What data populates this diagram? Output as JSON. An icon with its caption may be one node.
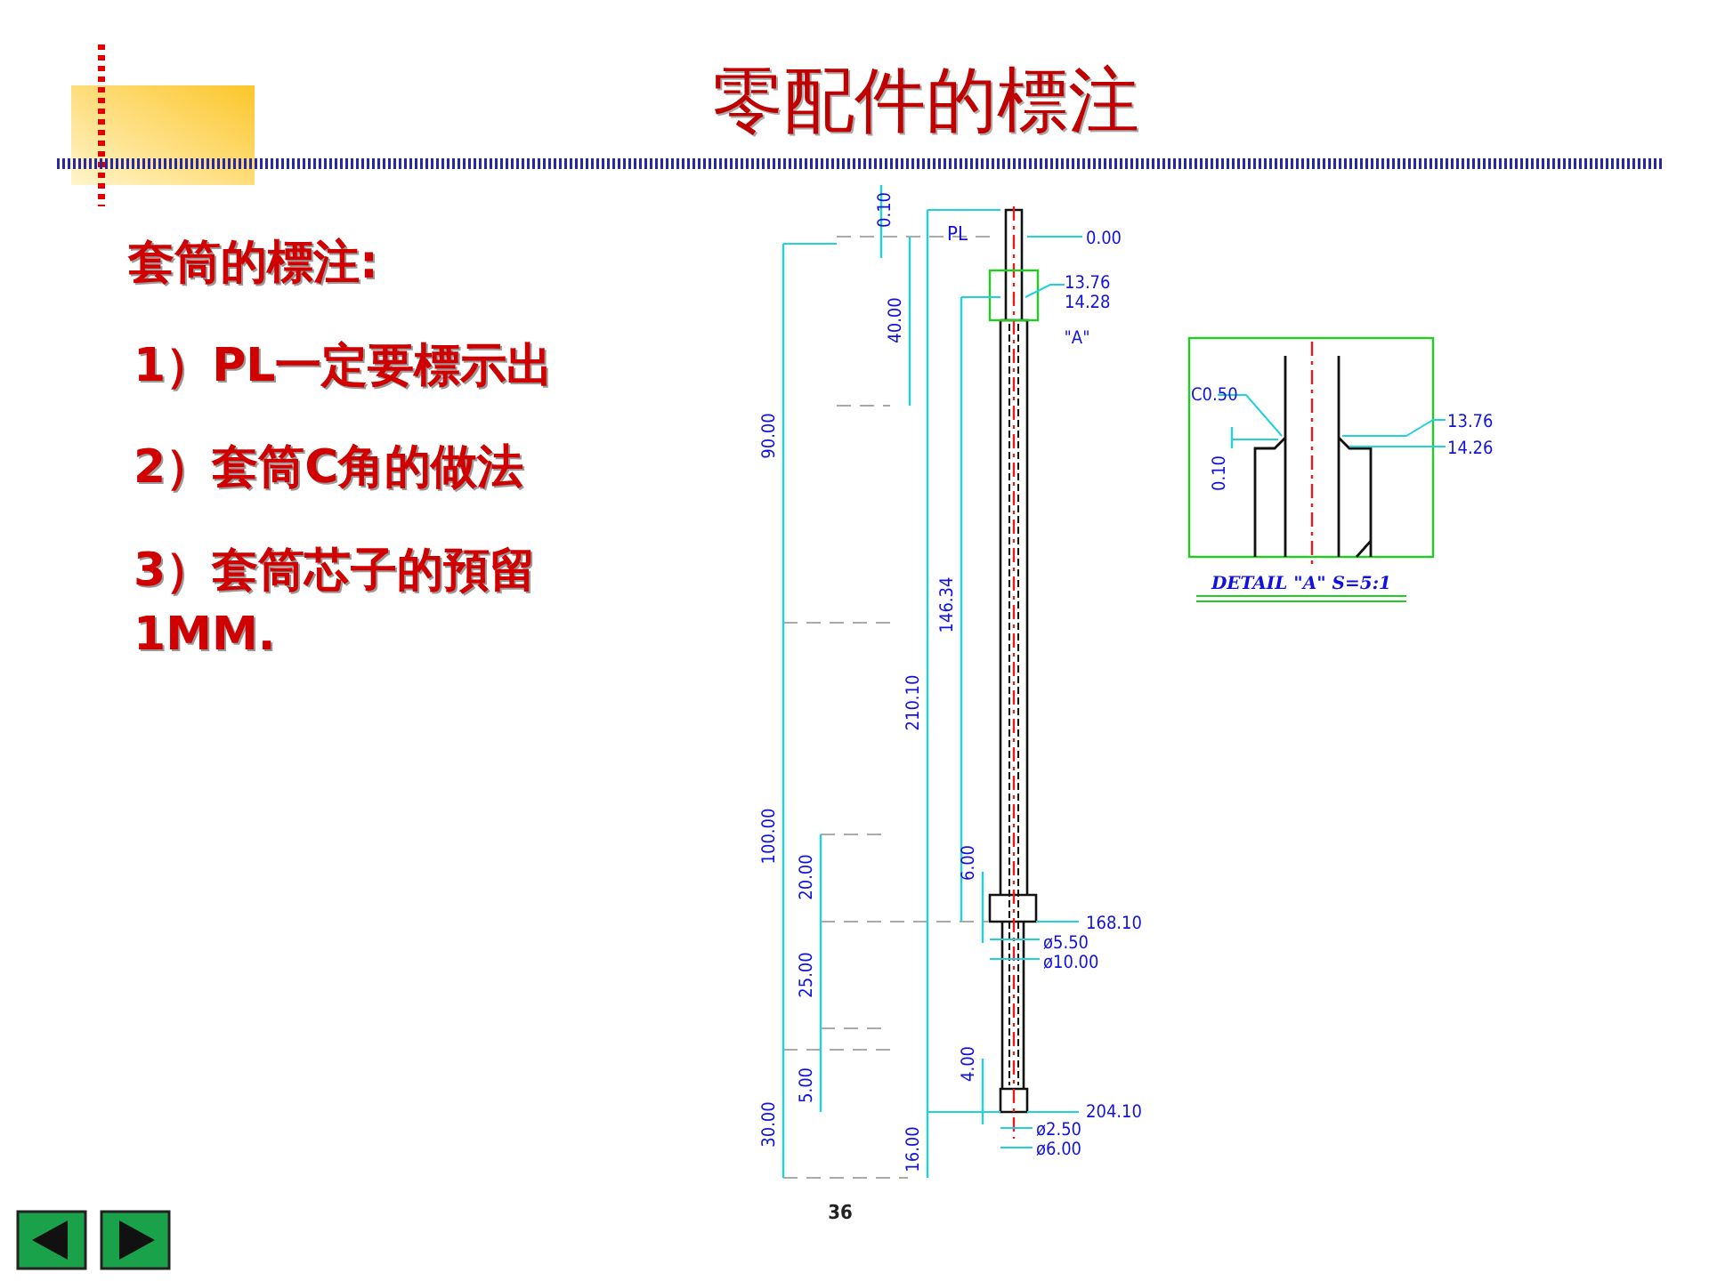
{
  "diagram": {
    "title": "零配件的標注",
    "labels": [
      "套筒的標注:",
      "1）PL一定要標示出",
      "2）套筒C角的做法",
      "3）套筒芯子的預留 1MM.",
      "0.10",
      "PL",
      "0.00",
      "13.76",
      "14.28",
      "40.00",
      "\"A\"",
      "90.00",
      "146.34",
      "210.10",
      "100.00",
      "20.00",
      "6.00",
      "168.10",
      "ø5.50",
      "ø10.00",
      "25.00",
      "4.00",
      "5.00",
      "30.00",
      "204.10",
      "ø2.50",
      "ø6.00",
      "16.00",
      "C0.50",
      "0.10",
      "13.76",
      "14.26",
      "DETAIL \"A\" S=5:1",
      "36"
    ]
  }
}
